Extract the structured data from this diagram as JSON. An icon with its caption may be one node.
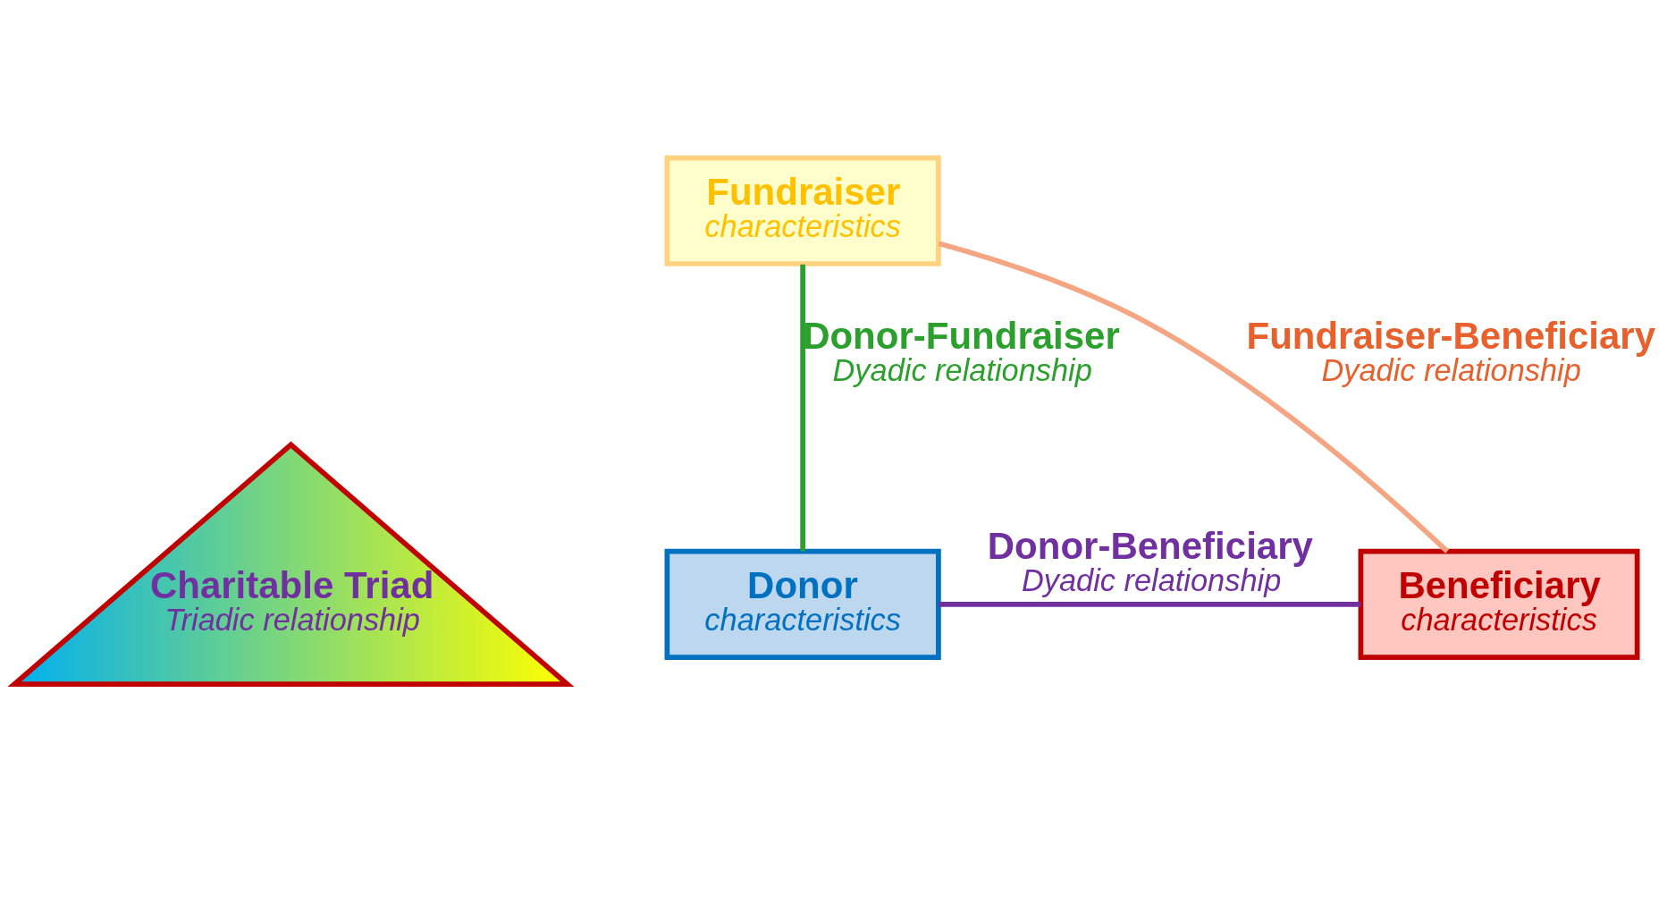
{
  "diagram": {
    "nodes": [
      {
        "text": [
          "Fundraiser",
          "characteristics"
        ]
      },
      {
        "text": [
          "Donor",
          "characteristics"
        ]
      },
      {
        "text": [
          "Charitable Triad",
          "Triadic relationship"
        ]
      },
      {
        "text": [
          "Beneficiary",
          "characteristics"
        ]
      }
    ],
    "edges": [
      {
        "from": 1,
        "to": 0,
        "arrow": "none",
        "label": [
          "Donor-Fundraiser",
          "Dyadic relationship"
        ],
        "color": "#2ca02c"
      },
      {
        "from": 0,
        "to": 3,
        "arrow": "none",
        "label": [
          "Fundraiser-Beneficiary",
          "Dyadic relationship"
        ],
        "color": "#f4a582"
      },
      {
        "from": 1,
        "to": 3,
        "arrow": "none",
        "label": [
          "Donor-Beneficiary",
          "Dyadic relationship"
        ],
        "color": "#7030a0"
      }
    ]
  }
}
